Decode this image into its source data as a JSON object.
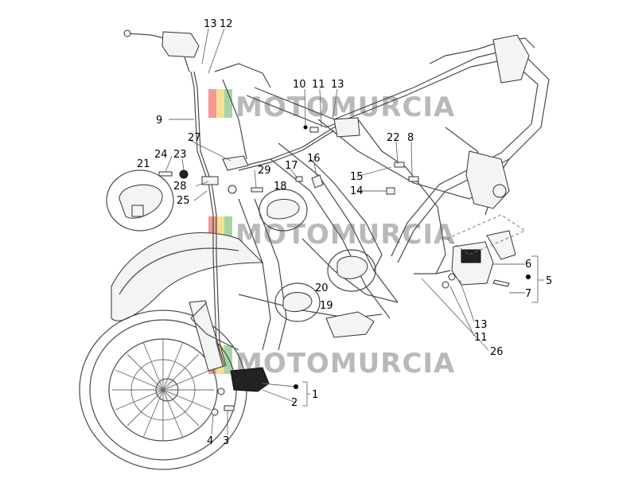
{
  "watermark": "MOTOMURCIA",
  "colors": {
    "wm_red": "#e8463c",
    "wm_yellow": "#e8c83c",
    "wm_green": "#5bb35b",
    "wm_gray": "#b9b9b9"
  },
  "labels": {
    "l13a": "13",
    "l12": "12",
    "l9": "9",
    "l10": "10",
    "l11a": "11",
    "l13b": "13",
    "l27": "27",
    "l22": "22",
    "l8": "8",
    "l24": "24",
    "l23": "23",
    "l21": "21",
    "l28": "28",
    "l25": "25",
    "l17": "17",
    "l16": "16",
    "l29": "29",
    "l18": "18",
    "l15": "15",
    "l14": "14",
    "l6": "6",
    "l5": "5",
    "l7": "7",
    "l20": "20",
    "l19": "19",
    "l13c": "13",
    "l11b": "11",
    "l26": "26",
    "l1": "1",
    "l2": "2",
    "l4": "4",
    "l3": "3"
  }
}
